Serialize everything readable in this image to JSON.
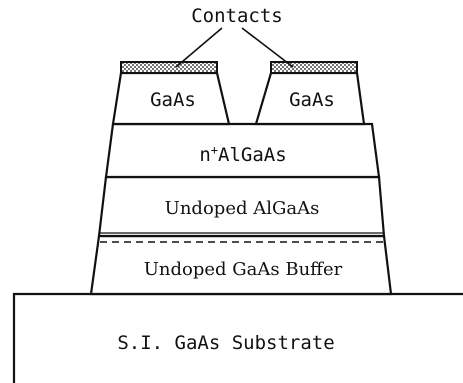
{
  "diagram": {
    "contacts_label": "Contacts",
    "layers": {
      "gaas_left": "GaAs",
      "gaas_right": "GaAs",
      "n_algaas_prefix": "n",
      "n_algaas_superscript": "+",
      "n_algaas_suffix": "AlGaAs",
      "undoped_algaas": "Undoped AlGaAs",
      "undoped_gaas_buffer": "Undoped GaAs Buffer",
      "substrate": "S.I. GaAs Substrate"
    },
    "colors": {
      "ink": "#111111",
      "background": "#ffffff"
    }
  }
}
